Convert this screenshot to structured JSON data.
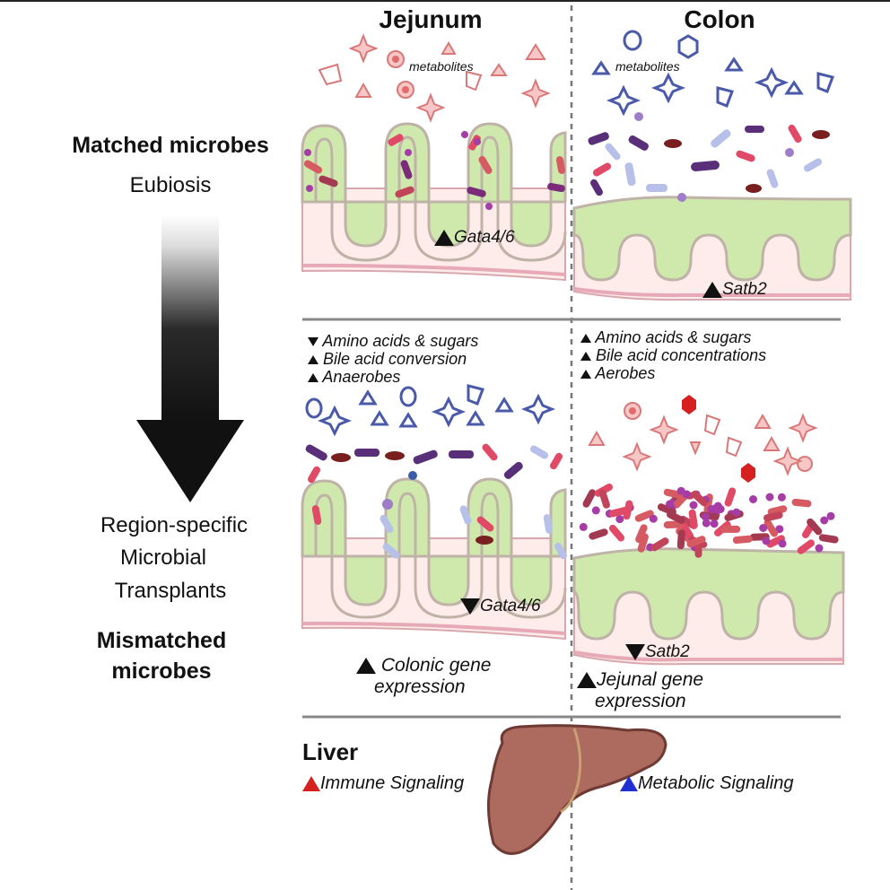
{
  "headers": {
    "jejunum": "Jejunum",
    "colon": "Colon"
  },
  "left": {
    "matched": "Matched microbes",
    "eubiosis": "Eubiosis",
    "transplant_1": "Region-specific",
    "transplant_2": "Microbial",
    "transplant_3": "Transplants",
    "mismatched_1": "Mismatched",
    "mismatched_2": "microbes"
  },
  "top": {
    "jej_metabolites": "metabolites",
    "col_metabolites": "metabolites",
    "jej_gene": "Gata4/6",
    "col_gene": "Satb2"
  },
  "bottom": {
    "jej_list": [
      "Amino acids & sugars",
      "Bile acid conversion",
      "Anaerobes"
    ],
    "col_list": [
      "Amino acids & sugars",
      "Bile acid concentrations",
      "Aerobes"
    ],
    "jej_gene": "Gata4/6",
    "col_gene": "Satb2",
    "jej_expr_1": "Colonic gene",
    "jej_expr_2": "expression",
    "col_expr_1": "Jejunal gene",
    "col_expr_2": "expression"
  },
  "liver": {
    "label": "Liver",
    "immune": "Immune Signaling",
    "metabolic": "Metabolic Signaling"
  },
  "colors": {
    "red_marker": "#d62020",
    "blue_marker": "#1f2fd1",
    "mucosa": "#cfe9ad",
    "tissue": "#fdecea",
    "liver": "#ad6a5e"
  }
}
